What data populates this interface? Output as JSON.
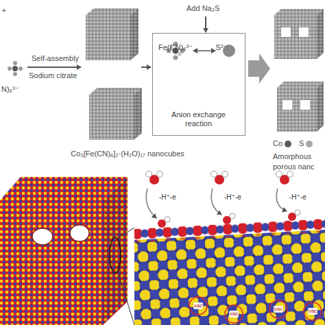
{
  "diagram": {
    "nodes": [
      {
        "text": [
          "Fe(CN)₆³⁻",
          "S²⁻",
          "Anion exchange reaction"
        ]
      }
    ],
    "labels": [
      "+",
      "Self-assembly",
      "Sodium citrate",
      "N)₆³⁻",
      "Add Na₂S",
      "Co₃[Fe(CN)₆]₂·(H₂O)₁₇ nanocubes",
      "Amorphous",
      "porous nanc",
      "-H⁺-e",
      "-H⁺-e",
      "-H⁺-e",
      "vac",
      "vac",
      "vac",
      "vac"
    ],
    "legend": [
      {
        "text": "Co",
        "color": "#5a5a5a"
      },
      {
        "text": "S",
        "color": "#a8a8a8"
      }
    ]
  }
}
